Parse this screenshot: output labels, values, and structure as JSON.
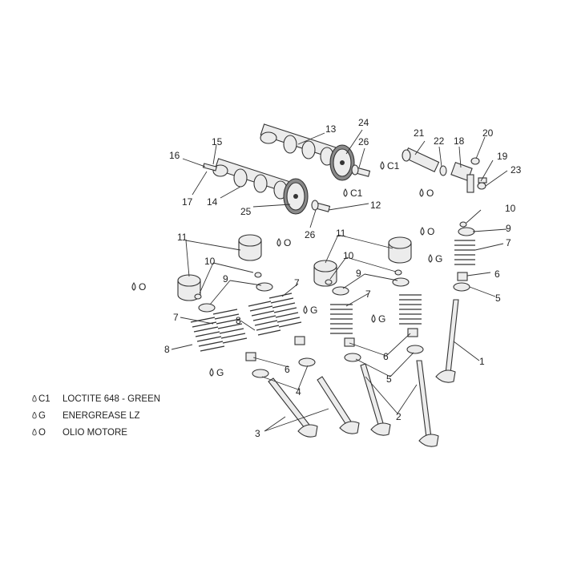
{
  "callouts": [
    "1",
    "2",
    "3",
    "4",
    "5",
    "6",
    "7",
    "8",
    "9",
    "10",
    "11",
    "12",
    "13",
    "14",
    "15",
    "16",
    "17",
    "18",
    "19",
    "20",
    "21",
    "22",
    "23",
    "24",
    "25",
    "26"
  ],
  "symbols": {
    "c1": "C1",
    "g": "G",
    "o": "O"
  },
  "legend": [
    {
      "symbol": "C1",
      "text": "LOCTITE 648 - GREEN"
    },
    {
      "symbol": "G",
      "text": "ENERGREASE LZ"
    },
    {
      "symbol": "O",
      "text": "OLIO MOTORE"
    }
  ],
  "colors": {
    "line": "#333333",
    "part": "#ececec",
    "shade": "#8a8a8a"
  }
}
